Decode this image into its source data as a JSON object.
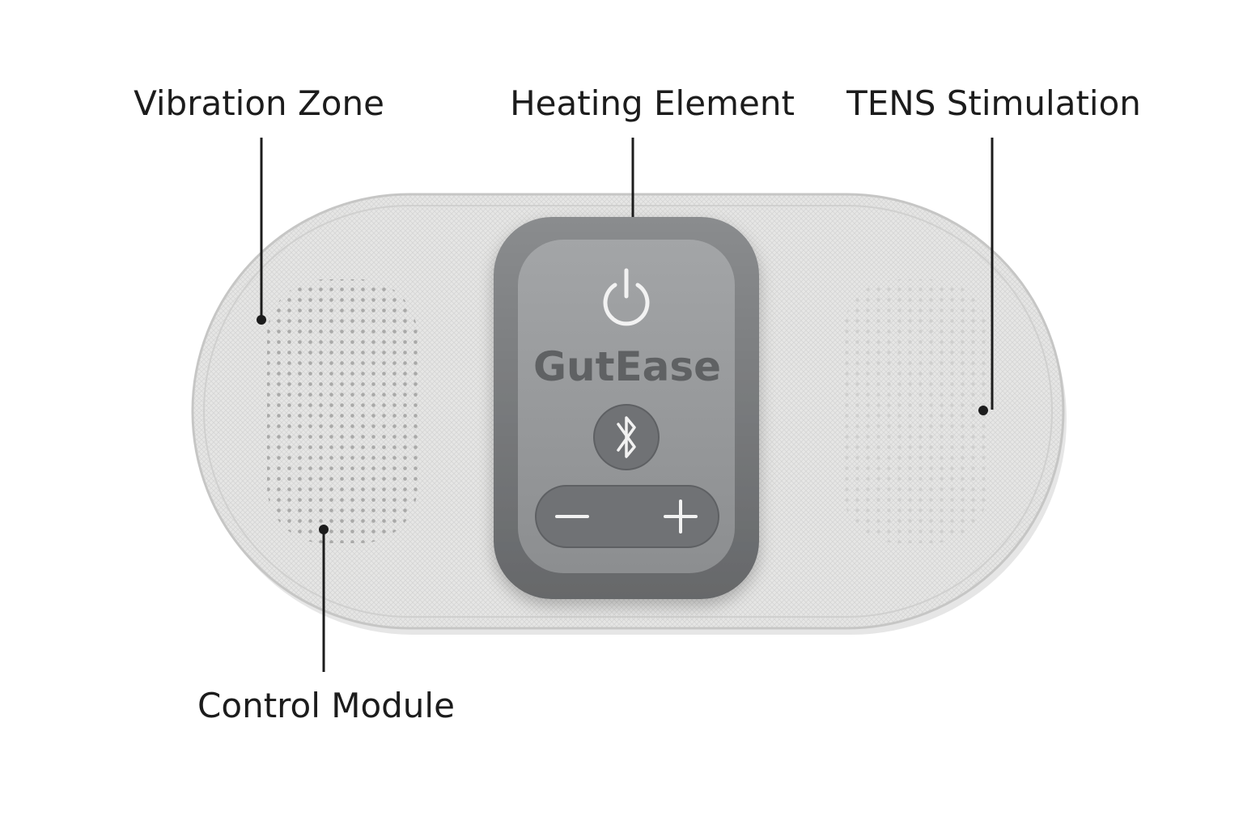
{
  "device": {
    "brand": "GutEase"
  },
  "labels": {
    "vibration_zone": "Vibration Zone",
    "heating_element": "Heating Element",
    "tens_stimulation": "TENS Stimulation",
    "control_module": "Control Module"
  },
  "controls": {
    "minus_symbol": "−",
    "plus_symbol": "+"
  },
  "colors": {
    "pad_fabric": "#e4e4e3",
    "pad_edge": "#c9c9c8",
    "module_body": "#7a7c7e",
    "module_face": "#96989a",
    "module_button": "#6e7073",
    "label_text": "#1c1c1c",
    "leader_line": "#1c1c1c",
    "brand_text": "#5f6163"
  },
  "icons": {
    "power": "power-icon",
    "bluetooth": "bluetooth-icon",
    "minus": "minus-icon",
    "plus": "plus-icon"
  }
}
